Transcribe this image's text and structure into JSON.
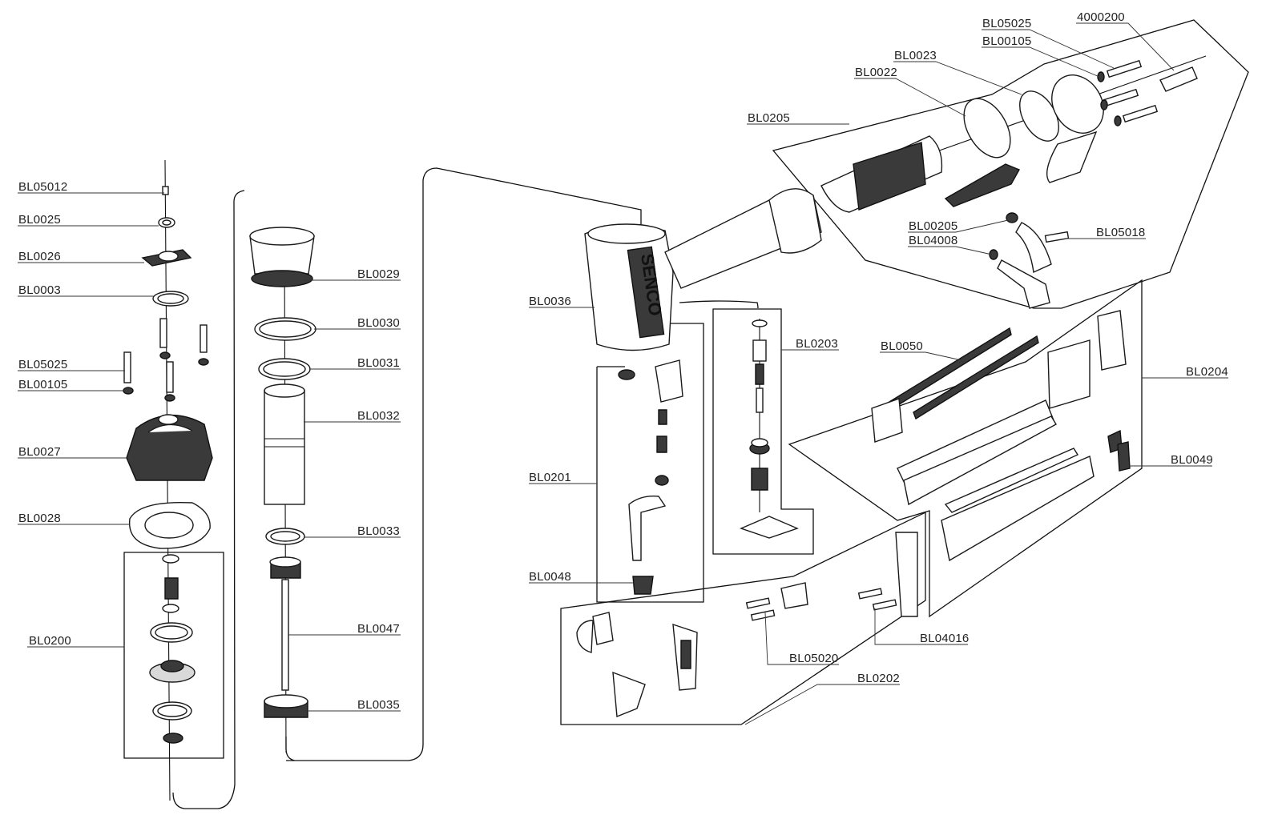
{
  "brand": "SENCO",
  "parts": [
    {
      "id": "BL05012"
    },
    {
      "id": "BL0025"
    },
    {
      "id": "BL0026"
    },
    {
      "id": "BL0003"
    },
    {
      "id": "BL05025"
    },
    {
      "id": "BL00105"
    },
    {
      "id": "BL0027"
    },
    {
      "id": "BL0028"
    },
    {
      "id": "BL0200"
    },
    {
      "id": "BL0029"
    },
    {
      "id": "BL0030"
    },
    {
      "id": "BL0031"
    },
    {
      "id": "BL0032"
    },
    {
      "id": "BL0033"
    },
    {
      "id": "BL0047"
    },
    {
      "id": "BL0035"
    },
    {
      "id": "BL0036"
    },
    {
      "id": "BL0201"
    },
    {
      "id": "BL0048"
    },
    {
      "id": "BL0203"
    },
    {
      "id": "BL0050"
    },
    {
      "id": "BL0204"
    },
    {
      "id": "BL0049"
    },
    {
      "id": "BL05020"
    },
    {
      "id": "BL04016"
    },
    {
      "id": "BL0202"
    },
    {
      "id": "BL0205"
    },
    {
      "id": "BL0022"
    },
    {
      "id": "BL0023"
    },
    {
      "id": "BL05025"
    },
    {
      "id": "BL00105"
    },
    {
      "id": "4000200"
    },
    {
      "id": "BL00205"
    },
    {
      "id": "BL04008"
    },
    {
      "id": "BL05018"
    }
  ]
}
